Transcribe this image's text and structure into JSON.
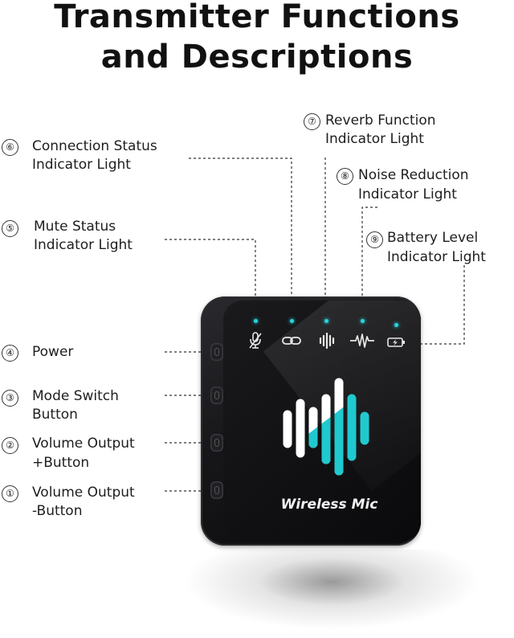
{
  "title": {
    "line1": "Transmitter Functions",
    "line2": "and Descriptions"
  },
  "labels": [
    {
      "num": "⑥",
      "line1": "Connection Status",
      "line2": "Indicator Light"
    },
    {
      "num": "⑤",
      "line1": "Mute Status",
      "line2": "Indicator Light"
    },
    {
      "num": "④",
      "line1": "Power",
      "line2": ""
    },
    {
      "num": "③",
      "line1": "Mode Switch",
      "line2": "Button"
    },
    {
      "num": "②",
      "line1": "Volume Output",
      "line2": "+Button"
    },
    {
      "num": "①",
      "line1": "Volume Output",
      "line2": "-Button"
    },
    {
      "num": "⑦",
      "line1": "Reverb Function",
      "line2": "Indicator Light"
    },
    {
      "num": "⑧",
      "line1": "Noise Reduction",
      "line2": "Indicator Light"
    },
    {
      "num": "⑨",
      "line1": "Battery Level",
      "line2": "Indicator Light"
    }
  ],
  "device": {
    "brand_text": "Wireless Mic",
    "icons": [
      "mute-mic-icon",
      "link-icon",
      "reverb-bars-icon",
      "noise-wave-icon",
      "battery-charging-icon"
    ],
    "colors": {
      "body": "#111113",
      "led": "#25d6dd",
      "logo_white": "#ffffff",
      "logo_cyan": "#20c9cf"
    }
  }
}
